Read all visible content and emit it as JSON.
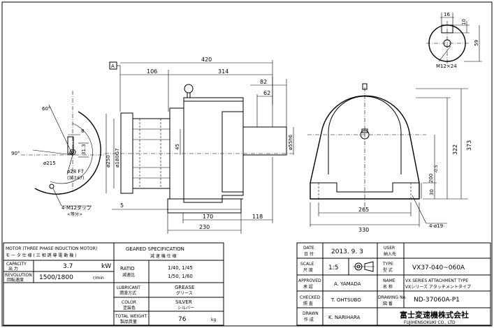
{
  "labels": {
    "datum_a": "A",
    "dim_420": "420",
    "dim_106": "106",
    "dim_314": "314",
    "dim_82": "82",
    "dim_62": "62",
    "dim_55h6": "ø55h6",
    "dim_250": "ø250",
    "dim_180g7": "ø180G7",
    "dim_45": "45",
    "dim_5": "5",
    "dim_170": "170",
    "dim_118": "118",
    "dim_230": "230",
    "dim_16": "16",
    "dim_10": "10",
    "dim_59": "59",
    "m12x24": "M12×24",
    "dim_322": "322",
    "dim_373": "373",
    "dim_200": "200",
    "tol_200": "-0.5",
    "dim_30": "30",
    "dim_265": "265",
    "dim_330": "330",
    "holes_4_19": "4-ø19",
    "angle_60": "60°",
    "angle_90": "90°",
    "dim_8": "8",
    "dim_31_3": "31.3",
    "dim_215": "ø215",
    "bore_28f7": "ø28 F7",
    "bore_note": "(深さ67)",
    "tap_4_m12": "4-M12タップ",
    "tap_equal": "<等分>"
  },
  "motor_block": {
    "header_line1": "MOTOR (THREE PHASE INDUCTION MOTOR)",
    "header_line2": "モ ー タ 仕 様 ( 三 相 誘 導 電 動 機 )",
    "capacity_label": "CAPACITY",
    "capacity_label_jp": "出 力",
    "capacity_value": "3.7",
    "capacity_unit": "kW",
    "revolution_label": "REVOLUTION",
    "revolution_label_jp": "回転速度",
    "revolution_value": "1500/1800",
    "revolution_unit": "r/min"
  },
  "geared_block": {
    "header_line1": "GEARED SPECIFICATION",
    "header_line2": "減 速 機 仕 様",
    "ratio_label": "RATIO",
    "ratio_label_jp": "減速比",
    "ratio_values_1": "1/40, 1/45",
    "ratio_values_2": "1/50, 1/60",
    "lubricant_label": "LUBRICANT",
    "lubricant_label_jp": "潤滑方式",
    "lubricant_value": "GREASE",
    "lubricant_value_jp": "グリース",
    "color_label": "COLOR",
    "color_label_jp": "塗装色",
    "color_value": "SILVER",
    "color_value_jp": "シルバー",
    "weight_label": "TOTAL WEIGHT",
    "weight_label_jp": "製品質量",
    "weight_value": "76",
    "weight_unit": "kg"
  },
  "title_block": {
    "date_label": "DATE",
    "date_label_jp": "日 付",
    "date_value": "2013. 9. 3",
    "user_label": "USER",
    "user_label_jp": "納入先",
    "scale_label": "SCALE",
    "scale_label_jp": "尺 度",
    "scale_value": "1:5",
    "type_label": "TYPE",
    "type_label_jp": "型 式",
    "type_value": "VX37-040~060A",
    "approved_label": "APPROVED",
    "approved_label_jp": "承 認",
    "approved_value": "A. YAMADA",
    "name_label": "NAME",
    "name_label_jp": "名 称",
    "name_value": "VX SERIES ATTACHMENT TYPE",
    "name_value_jp": "VXシリーズ アタッチメントタイプ",
    "checked_label": "CHECKED",
    "checked_label_jp": "照 査",
    "checked_value": "T. OHTSUBO",
    "drawing_no_label": "DRAWING No.",
    "drawing_no_label_jp": "図 番",
    "drawing_no_value": "ND-37060A-P1",
    "drawn_label": "DRAWN",
    "drawn_label_jp": "作 成",
    "drawn_value": "K. NARIHARA",
    "company_jp": "富士変速機株式会社",
    "company_en": "FUJIHENSOKUKI CO., LTD"
  }
}
